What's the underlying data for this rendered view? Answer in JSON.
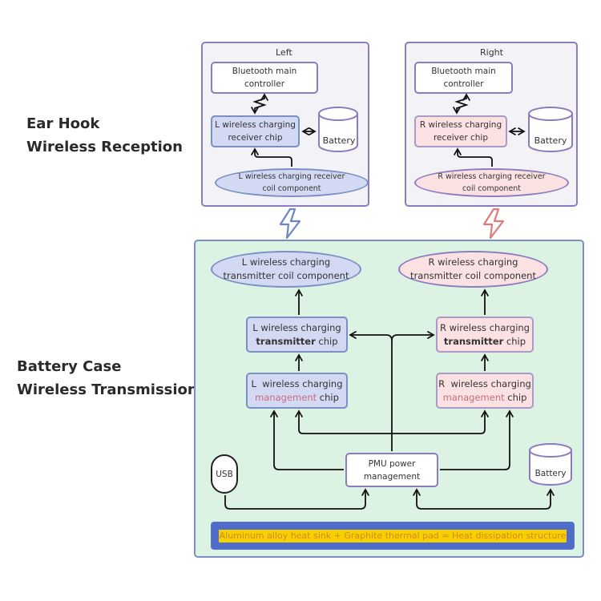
{
  "labels": {
    "ear_hook_line1": "Ear Hook",
    "ear_hook_line2": "Wireless Reception",
    "battery_case_line1": "Battery Case",
    "battery_case_line2": "Wireless Transmission"
  },
  "left_earbud": {
    "title": "Left",
    "bt_line1": "Bluetooth main",
    "bt_line2": "controller",
    "rx_chip_line1": "L wireless charging",
    "rx_chip_line2": "receiver chip",
    "battery": "Battery",
    "coil_line1": "L wireless charging receiver",
    "coil_line2": "coil component",
    "color": "#d3d8f3"
  },
  "right_earbud": {
    "title": "Right",
    "bt_line1": "Bluetooth main",
    "bt_line2": "controller",
    "rx_chip_line1": "R wireless charging",
    "rx_chip_line2": "receiver chip",
    "battery": "Battery",
    "coil_line1": "R wireless charging receiver",
    "coil_line2": "coil component",
    "color": "#fbe1e1"
  },
  "wireless_link": {
    "left_icon": "lightning-icon",
    "left_color": "#6a86c8",
    "right_icon": "lightning-icon",
    "right_color": "#e07a78"
  },
  "case": {
    "l_tx_coil_line1": "L wireless charging",
    "l_tx_coil_line2": "transmitter coil component",
    "r_tx_coil_line1": "R wireless charging",
    "r_tx_coil_line2": "transmitter coil component",
    "l_tx_chip_prefix": "L wireless charging",
    "l_tx_chip_bold": "transmitter",
    "l_tx_chip_suffix": " chip",
    "r_tx_chip_prefix": "R wireless charging",
    "r_tx_chip_bold": "transmitter",
    "r_tx_chip_suffix": " chip",
    "l_mgmt_prefix": "L  wireless charging",
    "l_mgmt_colored": "management",
    "l_mgmt_suffix": " chip",
    "r_mgmt_prefix": "R  wireless charging",
    "r_mgmt_colored": "management",
    "r_mgmt_suffix": " chip",
    "pmu_line1": "PMU power",
    "pmu_line2": "management",
    "usb": "USB",
    "battery": "Battery",
    "heat_dissipation": "Aluminum alloy heat sink + Graphite thermal pad = Heat dissipation structure"
  }
}
